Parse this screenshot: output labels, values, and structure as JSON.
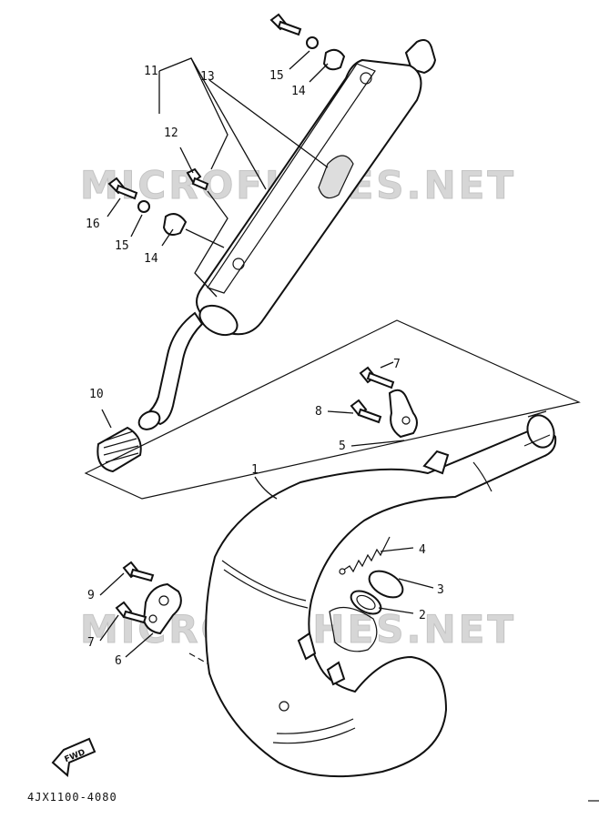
{
  "watermark": "MICROFICHES.NET",
  "diagram_code": "4JX1100-4080",
  "fwd_label": "FWD",
  "callouts": {
    "c1": "1",
    "c2": "2",
    "c3": "3",
    "c4": "4",
    "c5": "5",
    "c6": "6",
    "c7a": "7",
    "c7b": "7",
    "c8": "8",
    "c9": "9",
    "c10": "10",
    "c11": "11",
    "c12": "12",
    "c13": "13",
    "c14a": "14",
    "c14b": "14",
    "c15a": "15",
    "c15b": "15",
    "c16": "16"
  }
}
